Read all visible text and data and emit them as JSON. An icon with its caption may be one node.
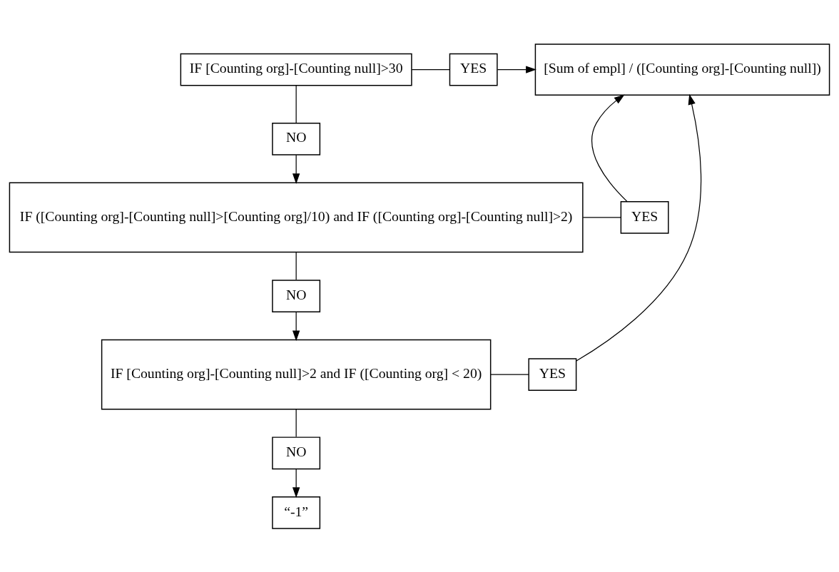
{
  "diagram": {
    "nodes": [
      {
        "text": [
          "IF [Counting org]-[Counting null]>30"
        ]
      },
      {
        "text": [
          "YES"
        ]
      },
      {
        "text": [
          "[Sum of empl] / ([Counting org]-[Counting null])"
        ]
      },
      {
        "text": [
          "NO"
        ]
      },
      {
        "text": [
          "IF ([Counting org]-[Counting null]>[Counting org]/10) and IF ([Counting org]-[Counting null]>2)"
        ]
      },
      {
        "text": [
          "YES"
        ]
      },
      {
        "text": [
          "NO"
        ]
      },
      {
        "text": [
          "IF [Counting org]-[Counting null]>2 and IF ([Counting org] < 20)"
        ]
      },
      {
        "text": [
          "YES"
        ]
      },
      {
        "text": [
          "NO"
        ]
      },
      {
        "text": [
          "“-1”"
        ]
      }
    ],
    "edges": [
      {
        "from": 0,
        "to": 1,
        "arrow": "none"
      },
      {
        "from": 1,
        "to": 2,
        "arrow": "to"
      },
      {
        "from": 0,
        "to": 3,
        "arrow": "none"
      },
      {
        "from": 3,
        "to": 4,
        "arrow": "to"
      },
      {
        "from": 4,
        "to": 5,
        "arrow": "none"
      },
      {
        "from": 5,
        "to": 2,
        "arrow": "to"
      },
      {
        "from": 4,
        "to": 6,
        "arrow": "none"
      },
      {
        "from": 6,
        "to": 7,
        "arrow": "to"
      },
      {
        "from": 7,
        "to": 8,
        "arrow": "none"
      },
      {
        "from": 8,
        "to": 2,
        "arrow": "to"
      },
      {
        "from": 7,
        "to": 9,
        "arrow": "none"
      },
      {
        "from": 9,
        "to": 10,
        "arrow": "to"
      }
    ]
  }
}
